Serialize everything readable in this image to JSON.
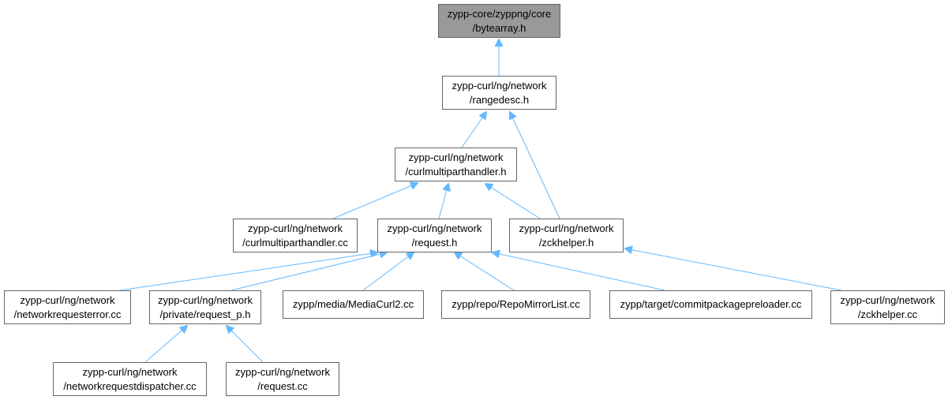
{
  "diagram": {
    "edge_color": "#63b8ff",
    "root_fill": "#999999",
    "nodes": [
      {
        "id": "bytearray",
        "lines": [
          "zypp-core/zyppng/core",
          "/bytearray.h"
        ],
        "root": true
      },
      {
        "id": "rangedesc",
        "lines": [
          "zypp-curl/ng/network",
          "/rangedesc.h"
        ]
      },
      {
        "id": "curlmultiparthandler_h",
        "lines": [
          "zypp-curl/ng/network",
          "/curlmultiparthandler.h"
        ]
      },
      {
        "id": "curlmultiparthandler_cc",
        "lines": [
          "zypp-curl/ng/network",
          "/curlmultiparthandler.cc"
        ]
      },
      {
        "id": "request_h",
        "lines": [
          "zypp-curl/ng/network",
          "/request.h"
        ]
      },
      {
        "id": "zckhelper_h",
        "lines": [
          "zypp-curl/ng/network",
          "/zckhelper.h"
        ]
      },
      {
        "id": "networkrequesterror",
        "lines": [
          "zypp-curl/ng/network",
          "/networkrequesterror.cc"
        ]
      },
      {
        "id": "request_p",
        "lines": [
          "zypp-curl/ng/network",
          "/private/request_p.h"
        ]
      },
      {
        "id": "mediacurl2",
        "lines": [
          "zypp/media/MediaCurl2.cc"
        ]
      },
      {
        "id": "repomirrorlist",
        "lines": [
          "zypp/repo/RepoMirrorList.cc"
        ]
      },
      {
        "id": "commitpackagepreloader",
        "lines": [
          "zypp/target/commitpackagepreloader.cc"
        ]
      },
      {
        "id": "zckhelper_cc",
        "lines": [
          "zypp-curl/ng/network",
          "/zckhelper.cc"
        ]
      },
      {
        "id": "networkrequestdispatcher",
        "lines": [
          "zypp-curl/ng/network",
          "/networkrequestdispatcher.cc"
        ]
      },
      {
        "id": "request_cc",
        "lines": [
          "zypp-curl/ng/network",
          "/request.cc"
        ]
      }
    ],
    "edges": [
      {
        "from": "rangedesc",
        "to": "bytearray"
      },
      {
        "from": "curlmultiparthandler_h",
        "to": "rangedesc"
      },
      {
        "from": "zckhelper_h",
        "to": "rangedesc"
      },
      {
        "from": "curlmultiparthandler_cc",
        "to": "curlmultiparthandler_h"
      },
      {
        "from": "request_h",
        "to": "curlmultiparthandler_h"
      },
      {
        "from": "zckhelper_h",
        "to": "curlmultiparthandler_h"
      },
      {
        "from": "networkrequesterror",
        "to": "request_h"
      },
      {
        "from": "request_p",
        "to": "request_h"
      },
      {
        "from": "mediacurl2",
        "to": "request_h"
      },
      {
        "from": "repomirrorlist",
        "to": "request_h"
      },
      {
        "from": "commitpackagepreloader",
        "to": "request_h"
      },
      {
        "from": "zckhelper_cc",
        "to": "zckhelper_h"
      },
      {
        "from": "networkrequestdispatcher",
        "to": "request_p"
      },
      {
        "from": "request_cc",
        "to": "request_p"
      }
    ]
  }
}
